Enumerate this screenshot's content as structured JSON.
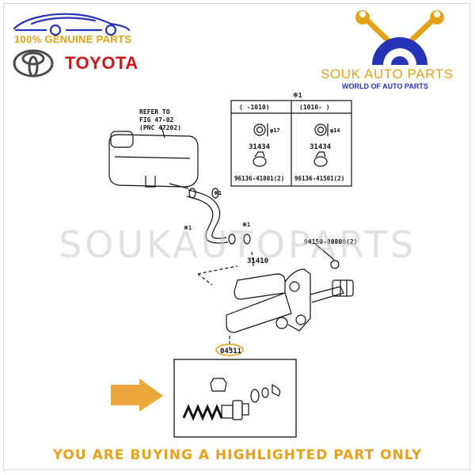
{
  "branding": {
    "genuine_text": "100% GENUINE PARTS",
    "toyota_text": "TOYOTA",
    "souk_name": "SOUK AUTO PARTS",
    "souk_tagline": "WORLD OF AUTO PARTS",
    "watermark": "SOUKAUTOPARTS"
  },
  "diagram": {
    "refer_line1": "REFER TO",
    "refer_line2": "FIG 47-02",
    "refer_line3": "(PNC 47202)",
    "table_marker": "※1",
    "col_left_header": "(   -1010)",
    "col_right_header": "(1010-   )",
    "dim_left": "φ17",
    "dim_right": "φ14",
    "part_31434_left": "31434",
    "part_31434_right": "31434",
    "part_left_clamp": "96136-41801(2)",
    "part_right_clamp": "96136-41501(2)",
    "marker_a": "※1",
    "marker_b": "※1",
    "marker_c": "※1",
    "part_nut": "94150-80800(2)",
    "part_master_cyl": "31410",
    "part_kit": "04311"
  },
  "footer": {
    "notice": "YOU ARE BUYING A HIGHLIGHTED PART ONLY"
  },
  "colors": {
    "gold": "#e3a21a",
    "toyota_red": "#d2131b",
    "souk_blue": "#2633b5",
    "arrow": "#eaa83a"
  }
}
